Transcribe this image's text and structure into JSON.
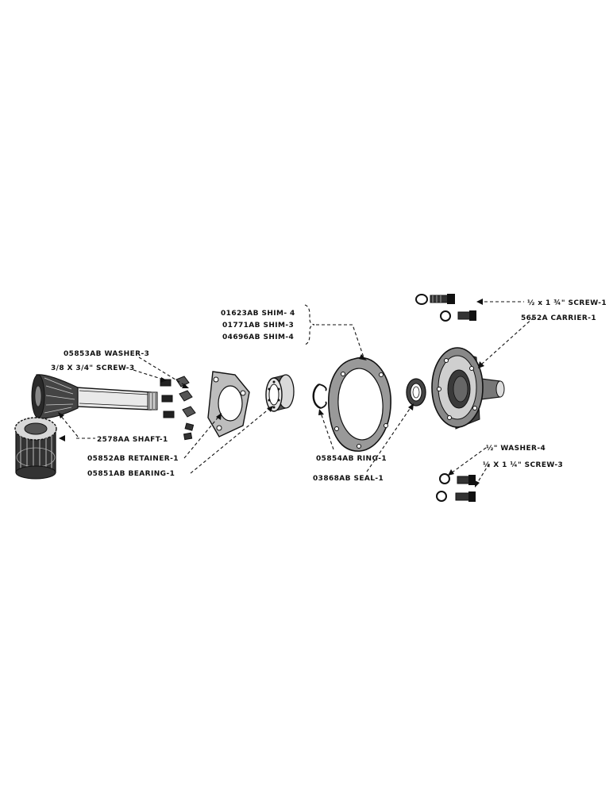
{
  "labels": {
    "shim_4a": "01623AB SHIM- 4",
    "shim_3": "01771AB SHIM-3",
    "shim_4b": "04696AB SHIM-4",
    "screw_top": "½ x 1 ¾\" SCREW-1",
    "carrier": "5652A CARRIER-1",
    "washer_3": "05853AB WASHER-3",
    "screw_3_left": "3/8 X 3/4\" SCREW-3",
    "shaft": "2578AA SHAFT-1",
    "retainer": "05852AB RETAINER-1",
    "bearing": "05851AB BEARING-1",
    "ring": "05854AB RING-1",
    "seal": "03868AB SEAL-1",
    "washer_4": "½\" WASHER-4",
    "screw_3_right": "½ X 1 ¼\" SCREW-3"
  }
}
